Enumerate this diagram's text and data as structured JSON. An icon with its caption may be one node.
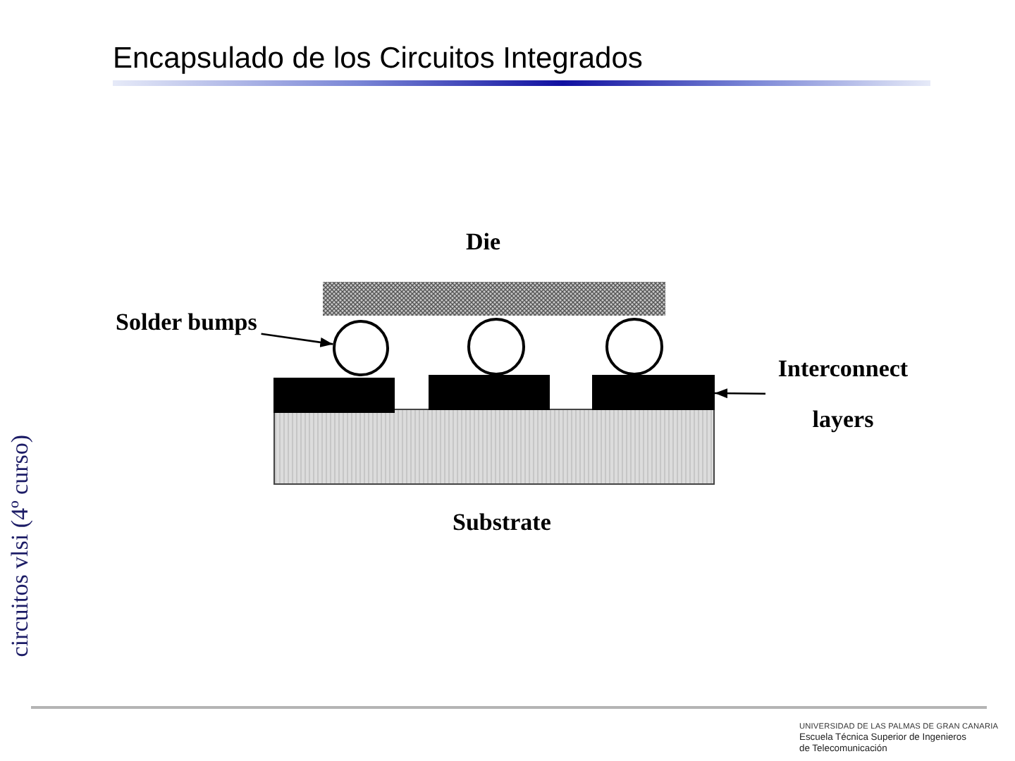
{
  "diagram": {
    "title": "Encapsulado de los Circuitos Integrados",
    "nodes": [
      {
        "text": [
          "Solder bumps"
        ]
      },
      {
        "text": [],
        "shape": "circle"
      },
      {
        "text": [
          "Interconnect layers"
        ]
      },
      {
        "text": [],
        "shape": "bar"
      }
    ],
    "edges": [
      {
        "from": 0,
        "to": 1,
        "arrow": "to"
      },
      {
        "from": 2,
        "to": 3,
        "arrow": "to"
      }
    ],
    "labels": [
      "Die",
      "Substrate",
      "circuitos vlsi (4º curso)",
      "UNIVERSIDAD DE LAS PALMAS DE GRAN CANARIA",
      "Escuela Técnica Superior de Ingenieros de Telecomunicación"
    ]
  }
}
